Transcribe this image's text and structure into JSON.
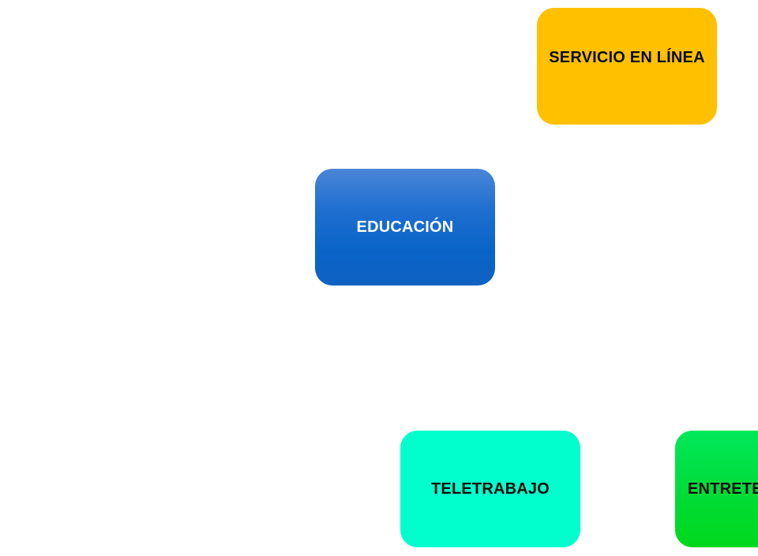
{
  "diagram": {
    "nodes": [
      {
        "id": "servicio",
        "label": "SERVICIO EN LÍNEA",
        "color": "#ffc000"
      },
      {
        "id": "educacion",
        "label": "EDUCACIÓN",
        "color": "#0a64c8"
      },
      {
        "id": "teletrabajo",
        "label": "TELETRABAJO",
        "color": "#00ffcc"
      },
      {
        "id": "entretenimiento",
        "label": "ENTRETE",
        "color": "#00dc3a"
      }
    ]
  }
}
